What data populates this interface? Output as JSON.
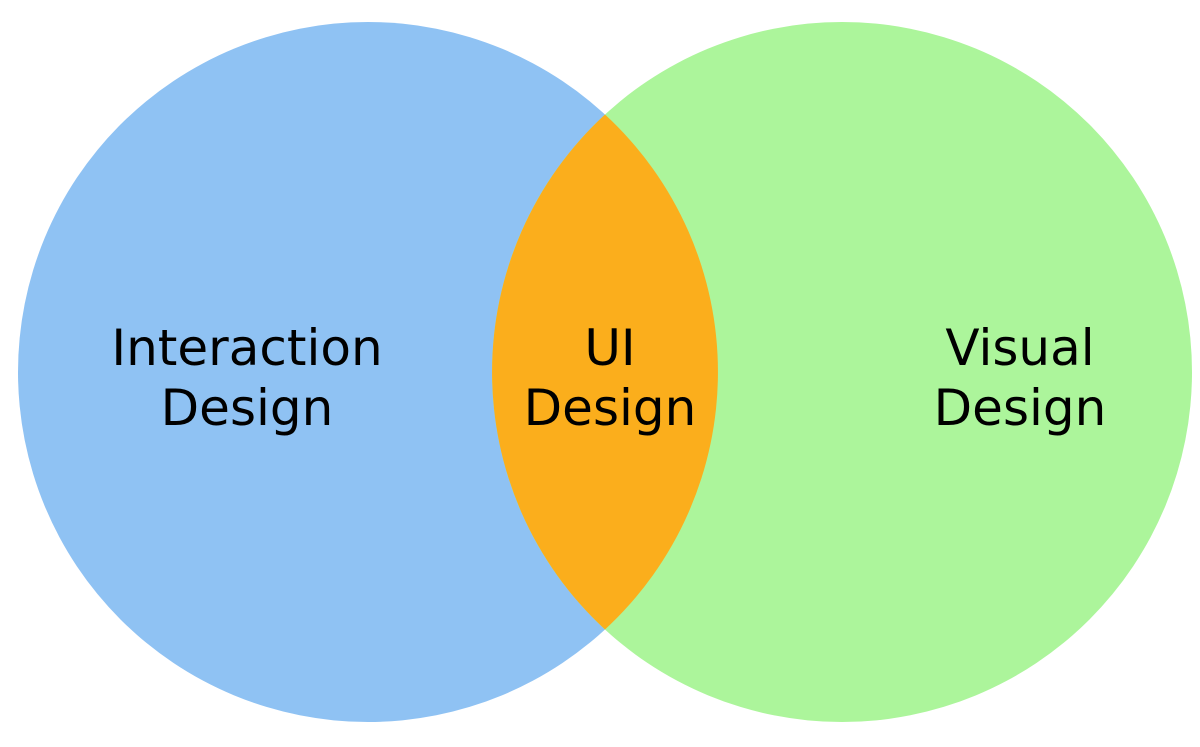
{
  "diagram": {
    "type": "venn",
    "background_color": "#ffffff",
    "text_color": "#000000",
    "left_circle": {
      "label": "Interaction Design",
      "lines": [
        "Interaction",
        "Design"
      ],
      "color": "#8FC2F3"
    },
    "right_circle": {
      "label": "Visual Design",
      "lines": [
        "Visual",
        "Design"
      ],
      "color": "#ACF59B"
    },
    "overlap": {
      "label": "UI Design",
      "lines": [
        "UI",
        "Design"
      ],
      "color": "#FBAE1C"
    }
  }
}
